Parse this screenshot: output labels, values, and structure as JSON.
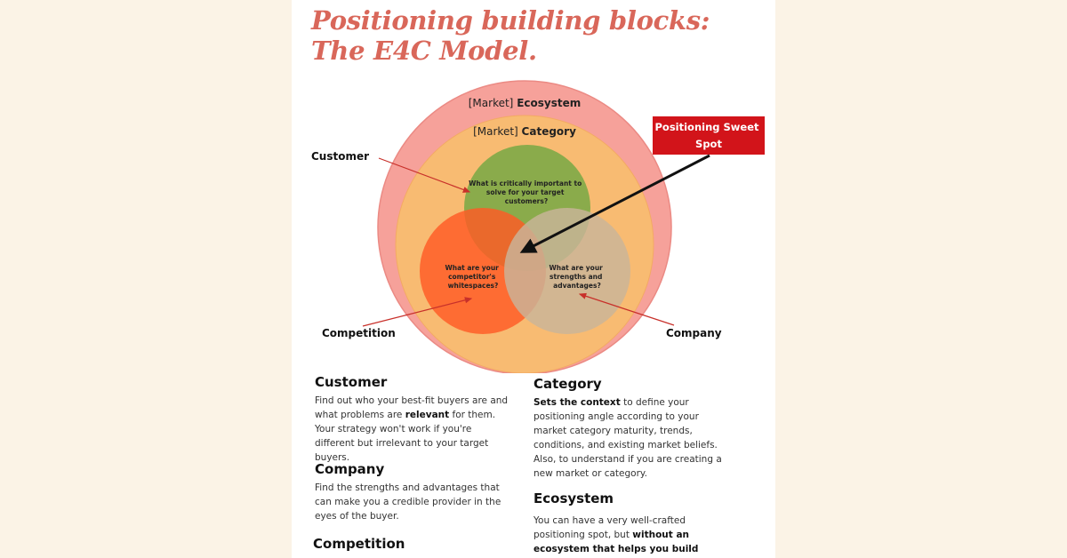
{
  "title": "Positioning building blocks: The E4C Model.",
  "diagram": {
    "ecosystem": {
      "bracket": "[Market]",
      "name": "Ecosystem"
    },
    "category": {
      "bracket": "[Market]",
      "name": "Category"
    },
    "customer_circle": [
      "What is critically important to",
      "solve for your target",
      "customers?"
    ],
    "competition_circle": [
      "What are your",
      "competitor's",
      "whitespaces?"
    ],
    "company_circle": [
      "What are your",
      "strengths and",
      "advantages?"
    ],
    "callout": [
      "Positioning Sweet",
      "Spot"
    ],
    "label_customer": "Customer",
    "label_competition": "Competition",
    "label_company": "Company"
  },
  "sections": {
    "customer": {
      "heading": "Customer",
      "text_1": "Find out who your best-fit buyers are and what problems are ",
      "bold_1": "relevant",
      "text_2": " for them. Your strategy won't work if you're different but irrelevant to your target buyers."
    },
    "company": {
      "heading": "Company",
      "text": "Find the strengths and advantages that can make you a credible provider in the eyes of the buyer."
    },
    "competition": {
      "heading": "Competition"
    },
    "category": {
      "heading": "Category",
      "bold_1": "Sets the context",
      "text_1": " to define your positioning angle according to your market category maturity, trends, conditions, and existing market beliefs. Also, to understand if you are creating a new market or category."
    },
    "ecosystem": {
      "heading": "Ecosystem",
      "text_1": "You can have a very well-crafted positioning spot, but ",
      "bold_1": "without an ecosystem that helps you build that"
    }
  },
  "colors": {
    "title": "#d9675a",
    "ecosystem": "#f6a19a",
    "category": "#f8bb72",
    "customer": "#7aa845",
    "competition": "#ff5a26",
    "company": "#c9b59a",
    "callout": "#d2141a",
    "arrow": "#c8302a"
  }
}
